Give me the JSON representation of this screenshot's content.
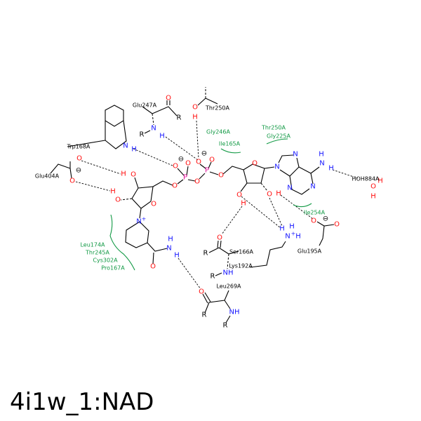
{
  "title": "4i1w_1:NAD",
  "atoms": {
    "O": "O",
    "N": "N",
    "H": "H",
    "P": "P",
    "R": "R",
    "NH": "NH",
    "minus": "⊖",
    "plus": "+"
  },
  "residues": {
    "glu247": "Glu247A",
    "thr250": "Thr250A",
    "trp168": "Trp168A",
    "glu404": "Glu404A",
    "ser166": "Ser166A",
    "lys192": "Lys192A",
    "leu269": "Leu269A",
    "glu195": "Glu195A",
    "hoh884": "HOH884A"
  },
  "hydrophobic": {
    "gly246": "Gly246A",
    "ile165": "Ile165A",
    "thr250": "Thr250A",
    "gly225": "Gly225A",
    "ile254": "Ile254A",
    "leu174": "Leu174A",
    "thr245": "Thr245A",
    "cys302": "Cys302A",
    "pro167": "Pro167A"
  },
  "colors": {
    "oxygen": "#ff0d0d",
    "nitrogen": "#1414ff",
    "phosphorus": "#e0109a",
    "hydrophobic": "#119944"
  }
}
